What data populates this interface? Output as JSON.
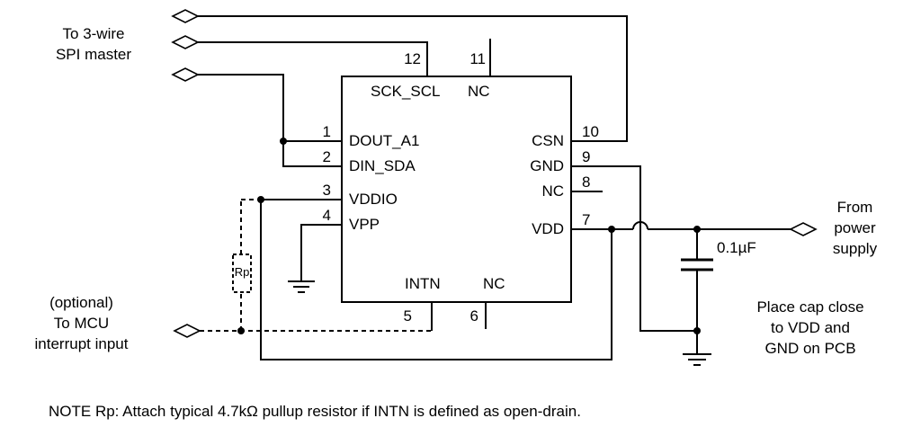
{
  "chip": {
    "top_pins": [
      {
        "num": "12",
        "name": "SCK_SCL"
      },
      {
        "num": "11",
        "name": "NC"
      }
    ],
    "left_pins": [
      {
        "num": "1",
        "name": "DOUT_A1"
      },
      {
        "num": "2",
        "name": "DIN_SDA"
      },
      {
        "num": "3",
        "name": "VDDIO"
      },
      {
        "num": "4",
        "name": "VPP"
      }
    ],
    "right_pins": [
      {
        "num": "10",
        "name": "CSN"
      },
      {
        "num": "9",
        "name": "GND"
      },
      {
        "num": "8",
        "name": "NC"
      },
      {
        "num": "7",
        "name": "VDD"
      }
    ],
    "bottom_pins": [
      {
        "num": "5",
        "name": "INTN"
      },
      {
        "num": "6",
        "name": "NC"
      }
    ]
  },
  "labels": {
    "spi_master": [
      "To 3-wire",
      "SPI master"
    ],
    "mcu_interrupt": [
      "(optional)",
      "To MCU",
      "interrupt input"
    ],
    "power_supply": [
      "From",
      "power",
      "supply"
    ],
    "cap_value": "0.1µF",
    "cap_note": [
      "Place cap close",
      "to VDD and",
      "GND on PCB"
    ],
    "pullup_resistor": "Rp"
  },
  "note": "NOTE Rp: Attach typical 4.7kΩ pullup resistor if INTN is defined as open-drain.",
  "colors": {
    "line": "#000000",
    "background": "#ffffff"
  }
}
